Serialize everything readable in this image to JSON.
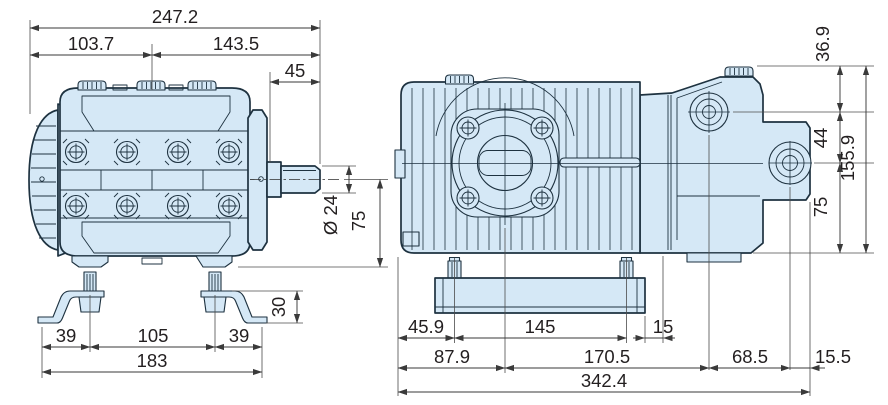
{
  "front_view": {
    "dims": {
      "w_total": "247.2",
      "w_left": "103.7",
      "w_right": "143.5",
      "shaft_len": "45",
      "shaft_dia": "Ø 24",
      "center_h": "75",
      "bracket_h": "30",
      "foot_l": "39",
      "foot_c": "105",
      "foot_r": "39",
      "foot_total": "183"
    }
  },
  "side_view": {
    "dims": {
      "h_top": "36.9",
      "h_ports": "44",
      "h_total": "155.9",
      "h_base": "75",
      "stud_off": "45.9",
      "stud_sp": "145",
      "edge_gap": "15",
      "l_shaft": "87.9",
      "l_mid": "170.5",
      "l_ports": "68.5",
      "l_end": "15.5",
      "l_total": "342.4"
    }
  },
  "colors": {
    "body_fill": "#d5e8f6",
    "outline": "#1e3240",
    "dimension": "#3a3a3a",
    "background": "#ffffff"
  }
}
